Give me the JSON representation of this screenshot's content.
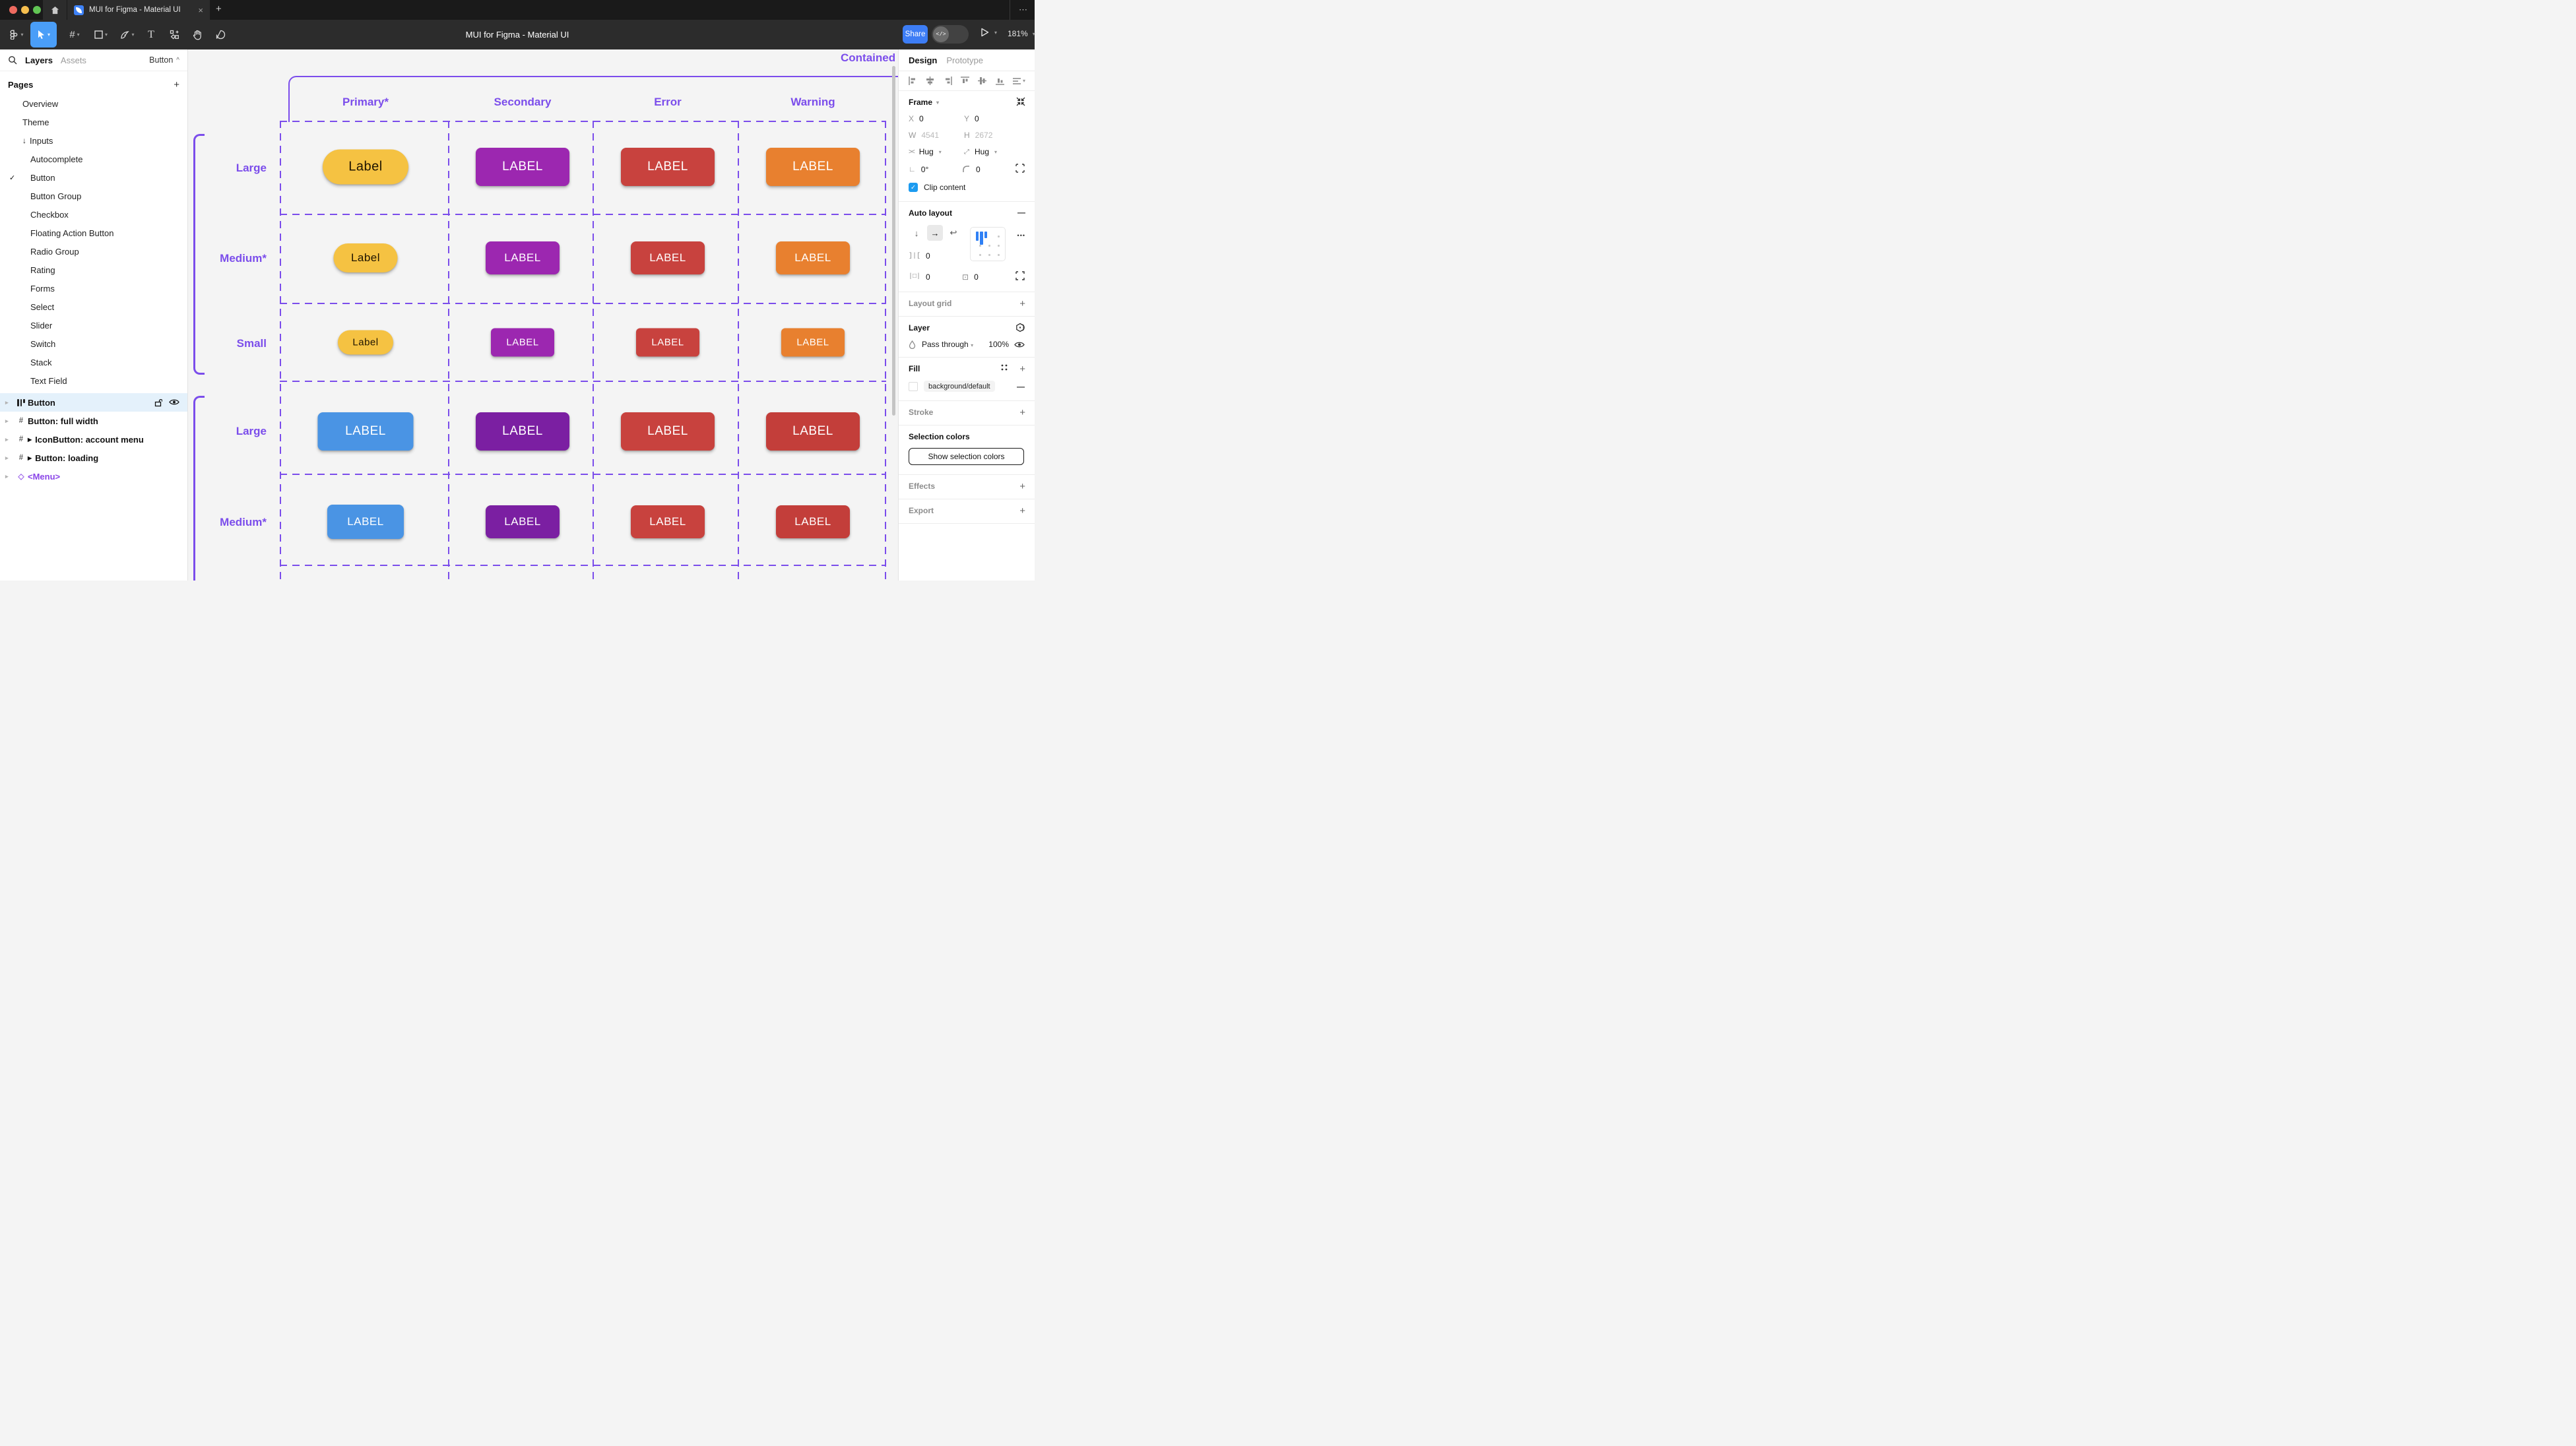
{
  "chrome": {
    "tab_title": "MUI for Figma - Material UI",
    "tab_close": "×",
    "new_tab": "+",
    "overflow": "⋯",
    "toolbar_title": "MUI for Figma - Material UI",
    "share_label": "Share",
    "devmode_label": "</>",
    "zoom_level": "181%"
  },
  "sidebar": {
    "tab_layers": "Layers",
    "tab_assets": "Assets",
    "selection_label": "Button",
    "selection_chevron": "^",
    "pages_header": "Pages",
    "pages_add": "+",
    "pages": [
      {
        "label": "Overview",
        "indent": 1
      },
      {
        "label": "Theme",
        "indent": 1
      },
      {
        "label": "Inputs",
        "indent": 1,
        "prefix": "↓"
      },
      {
        "label": "Autocomplete",
        "indent": 2
      },
      {
        "label": "Button",
        "indent": 2,
        "checked": true
      },
      {
        "label": "Button Group",
        "indent": 2
      },
      {
        "label": "Checkbox",
        "indent": 2
      },
      {
        "label": "Floating Action Button",
        "indent": 2
      },
      {
        "label": "Radio Group",
        "indent": 2
      },
      {
        "label": "Rating",
        "indent": 2
      },
      {
        "label": "Forms",
        "indent": 2
      },
      {
        "label": "Select",
        "indent": 2
      },
      {
        "label": "Slider",
        "indent": 2
      },
      {
        "label": "Switch",
        "indent": 2
      },
      {
        "label": "Stack",
        "indent": 2
      },
      {
        "label": "Text Field",
        "indent": 2
      }
    ],
    "layers": [
      {
        "label": "Button",
        "icon": "autolayout",
        "selected": true,
        "trailing": [
          "unlock-icon",
          "eye-icon"
        ]
      },
      {
        "label": "Button: full width",
        "icon": "frame"
      },
      {
        "label": "IconButton: account menu",
        "icon": "frame",
        "instance": true
      },
      {
        "label": "Button: loading",
        "icon": "frame",
        "instance": true
      },
      {
        "label": "<Menu>",
        "icon": "diamond",
        "purple": true
      }
    ]
  },
  "canvas": {
    "frame_title": "Contained",
    "annotation_color": "#7B4DEB",
    "columns": [
      "Primary*",
      "Secondary",
      "Error",
      "Warning"
    ],
    "row_labels": [
      "Large",
      "Medium*",
      "Small",
      "Large",
      "Medium*"
    ],
    "button_rows": [
      {
        "cells": [
          {
            "t": "Label",
            "bg": "#F5C242",
            "fg": "#1F1400",
            "size": "pill_l"
          },
          {
            "t": "LABEL",
            "bg": "#9C27B0",
            "fg": "#FFFFFF",
            "size": "rect_l"
          },
          {
            "t": "LABEL",
            "bg": "#C8423E",
            "fg": "#FFFFFF",
            "size": "rect_l"
          },
          {
            "t": "LABEL",
            "bg": "#E8802F",
            "fg": "#FFFFFF",
            "size": "rect_l"
          }
        ]
      },
      {
        "cells": [
          {
            "t": "Label",
            "bg": "#F5C242",
            "fg": "#1F1400",
            "size": "pill_m"
          },
          {
            "t": "LABEL",
            "bg": "#9C27B0",
            "fg": "#FFFFFF",
            "size": "rect_m"
          },
          {
            "t": "LABEL",
            "bg": "#C8423E",
            "fg": "#FFFFFF",
            "size": "rect_m"
          },
          {
            "t": "LABEL",
            "bg": "#E8802F",
            "fg": "#FFFFFF",
            "size": "rect_m"
          }
        ]
      },
      {
        "cells": [
          {
            "t": "Label",
            "bg": "#F5C242",
            "fg": "#1F1400",
            "size": "pill_s"
          },
          {
            "t": "LABEL",
            "bg": "#9C27B0",
            "fg": "#FFFFFF",
            "size": "rect_s"
          },
          {
            "t": "LABEL",
            "bg": "#C8423E",
            "fg": "#FFFFFF",
            "size": "rect_s"
          },
          {
            "t": "LABEL",
            "bg": "#E8802F",
            "fg": "#FFFFFF",
            "size": "rect_s"
          }
        ]
      },
      {
        "cells": [
          {
            "t": "LABEL",
            "bg": "#4A94E4",
            "fg": "#FFFFFF",
            "size": "rect_l2"
          },
          {
            "t": "LABEL",
            "bg": "#7B1FA2",
            "fg": "#FFFFFF",
            "size": "rect_l"
          },
          {
            "t": "LABEL",
            "bg": "#C8423E",
            "fg": "#FFFFFF",
            "size": "rect_l"
          },
          {
            "t": "LABEL",
            "bg": "#C33E3A",
            "fg": "#FFFFFF",
            "size": "rect_l"
          }
        ]
      },
      {
        "cells": [
          {
            "t": "LABEL",
            "bg": "#4A94E4",
            "fg": "#FFFFFF",
            "size": "rect_m2"
          },
          {
            "t": "LABEL",
            "bg": "#7B1FA2",
            "fg": "#FFFFFF",
            "size": "rect_m"
          },
          {
            "t": "LABEL",
            "bg": "#C8423E",
            "fg": "#FFFFFF",
            "size": "rect_m"
          },
          {
            "t": "LABEL",
            "bg": "#C33E3A",
            "fg": "#FFFFFF",
            "size": "rect_m"
          }
        ]
      }
    ]
  },
  "inspector": {
    "tab_design": "Design",
    "tab_prototype": "Prototype",
    "frame": {
      "header": "Frame",
      "x_label": "X",
      "x": "0",
      "y_label": "Y",
      "y": "0",
      "w_label": "W",
      "w": "4541",
      "h_label": "H",
      "h": "2672",
      "hug_h": "Hug",
      "hug_v": "Hug",
      "rotation": "0°",
      "radius": "0",
      "clip_label": "Clip content"
    },
    "auto_layout": {
      "header": "Auto layout",
      "gap": "0",
      "pad_h": "0",
      "pad_v": "0",
      "remove": "—",
      "more": "•••"
    },
    "layout_grid": {
      "header": "Layout grid",
      "add": "+"
    },
    "layer": {
      "header": "Layer",
      "blend": "Pass through",
      "opacity": "100%"
    },
    "fill": {
      "header": "Fill",
      "token": "background/default",
      "remove": "—",
      "add": "+"
    },
    "stroke": {
      "header": "Stroke",
      "add": "+"
    },
    "selection_colors": {
      "header": "Selection colors",
      "button": "Show selection colors"
    },
    "effects": {
      "header": "Effects",
      "add": "+"
    },
    "export": {
      "header": "Export",
      "add": "+"
    }
  }
}
